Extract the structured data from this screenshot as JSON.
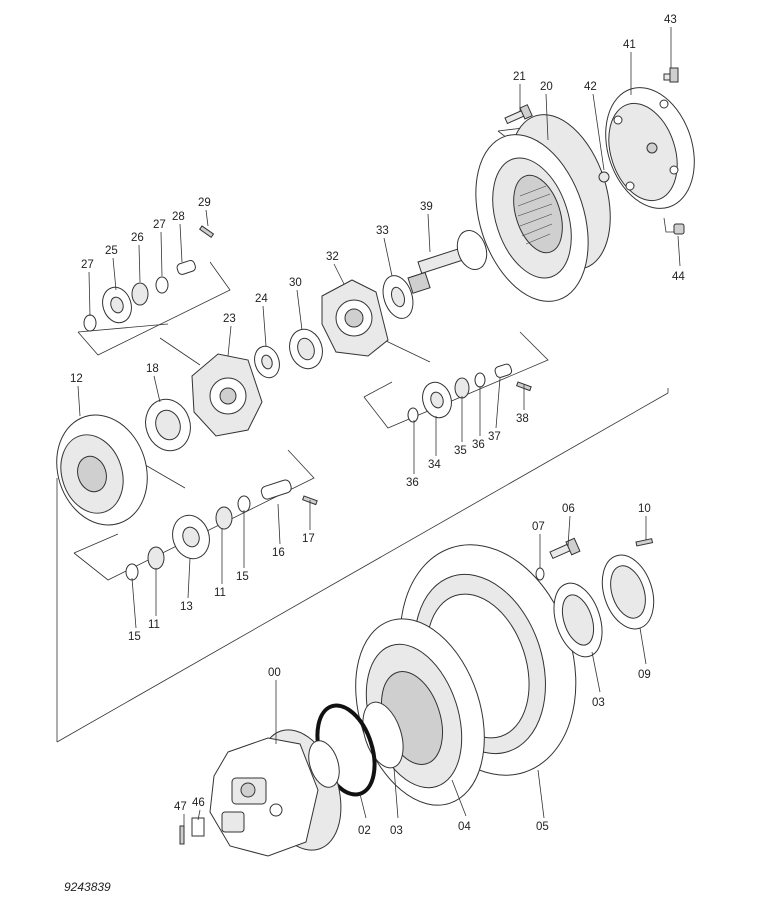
{
  "diagram": {
    "drawing_code": "9243839",
    "callouts": [
      {
        "id": "c43",
        "text": "43"
      },
      {
        "id": "c41",
        "text": "41"
      },
      {
        "id": "c42",
        "text": "42"
      },
      {
        "id": "c21",
        "text": "21"
      },
      {
        "id": "c20",
        "text": "20"
      },
      {
        "id": "c44",
        "text": "44"
      },
      {
        "id": "c29",
        "text": "29"
      },
      {
        "id": "c28",
        "text": "28"
      },
      {
        "id": "c27a",
        "text": "27"
      },
      {
        "id": "c26",
        "text": "26"
      },
      {
        "id": "c25",
        "text": "25"
      },
      {
        "id": "c27b",
        "text": "27"
      },
      {
        "id": "c39",
        "text": "39"
      },
      {
        "id": "c33",
        "text": "33"
      },
      {
        "id": "c32",
        "text": "32"
      },
      {
        "id": "c30",
        "text": "30"
      },
      {
        "id": "c24",
        "text": "24"
      },
      {
        "id": "c23",
        "text": "23"
      },
      {
        "id": "c18",
        "text": "18"
      },
      {
        "id": "c12",
        "text": "12"
      },
      {
        "id": "c38",
        "text": "38"
      },
      {
        "id": "c37",
        "text": "37"
      },
      {
        "id": "c36a",
        "text": "36"
      },
      {
        "id": "c35",
        "text": "35"
      },
      {
        "id": "c34",
        "text": "34"
      },
      {
        "id": "c36b",
        "text": "36"
      },
      {
        "id": "c17",
        "text": "17"
      },
      {
        "id": "c16",
        "text": "16"
      },
      {
        "id": "c15a",
        "text": "15"
      },
      {
        "id": "c11a",
        "text": "11"
      },
      {
        "id": "c13",
        "text": "13"
      },
      {
        "id": "c11b",
        "text": "11"
      },
      {
        "id": "c15b",
        "text": "15"
      },
      {
        "id": "c07",
        "text": "07"
      },
      {
        "id": "c06",
        "text": "06"
      },
      {
        "id": "c10",
        "text": "10"
      },
      {
        "id": "c09",
        "text": "09"
      },
      {
        "id": "c03a",
        "text": "03"
      },
      {
        "id": "c00",
        "text": "00"
      },
      {
        "id": "c47",
        "text": "47"
      },
      {
        "id": "c46",
        "text": "46"
      },
      {
        "id": "c02",
        "text": "02"
      },
      {
        "id": "c03b",
        "text": "03"
      },
      {
        "id": "c04",
        "text": "04"
      },
      {
        "id": "c05",
        "text": "05"
      }
    ]
  }
}
